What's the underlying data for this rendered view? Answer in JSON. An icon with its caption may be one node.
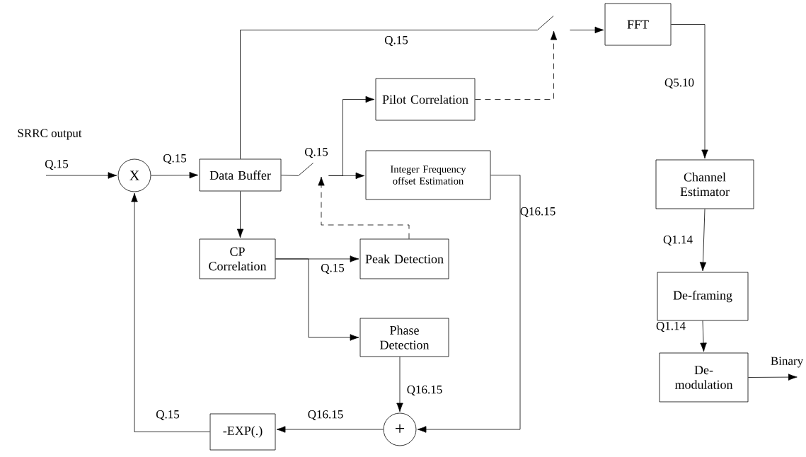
{
  "diagram": {
    "nodes": [
      {
        "text": [
          "X"
        ]
      },
      {
        "text": [
          "Data Buffer"
        ]
      },
      {
        "text": [],
        "shape": "switch"
      },
      {
        "text": [
          "Pilot Correlation"
        ]
      },
      {
        "text": [
          "Integer Frequency offset Estimation"
        ]
      },
      {
        "text": [],
        "shape": "switch"
      },
      {
        "text": [
          "FFT"
        ]
      },
      {
        "text": [
          "CP Correlation"
        ]
      },
      {
        "text": [
          "Peak Detection"
        ]
      },
      {
        "text": [
          "Phase Detection"
        ]
      },
      {
        "text": [
          "+"
        ]
      },
      {
        "text": [
          "-EXP(.)"
        ]
      },
      {
        "text": [
          "Channel Estimator"
        ]
      },
      {
        "text": [
          "De-framing"
        ]
      },
      {
        "text": [
          "De-modulation"
        ]
      }
    ],
    "edges": [
      {
        "from": null,
        "to": 0,
        "arrow": "to",
        "label": "Q.15"
      },
      {
        "from": 0,
        "to": 1,
        "arrow": "to",
        "label": "Q.15"
      },
      {
        "from": 1,
        "to": 5,
        "arrow": "none",
        "label": "Q.15"
      },
      {
        "from": 1,
        "to": 2,
        "arrow": "none",
        "label": "Q.15"
      },
      {
        "from": 2,
        "to": 3,
        "arrow": "to"
      },
      {
        "from": 2,
        "to": 4,
        "arrow": "to"
      },
      {
        "from": 3,
        "to": 5,
        "arrow": "to",
        "style": "dashed"
      },
      {
        "from": 8,
        "to": 2,
        "arrow": "to",
        "style": "dashed"
      },
      {
        "from": 5,
        "to": 6,
        "arrow": "to"
      },
      {
        "from": 1,
        "to": 7,
        "arrow": "to"
      },
      {
        "from": 7,
        "to": 8,
        "arrow": "to",
        "label": "Q.15"
      },
      {
        "from": 7,
        "to": 9,
        "arrow": "to"
      },
      {
        "from": 4,
        "to": 10,
        "arrow": "to",
        "label": "Q16.15"
      },
      {
        "from": 9,
        "to": 10,
        "arrow": "to",
        "label": "Q16.15"
      },
      {
        "from": 10,
        "to": 11,
        "arrow": "to",
        "label": "Q16.15"
      },
      {
        "from": 11,
        "to": 0,
        "arrow": "to",
        "label": "Q.15"
      },
      {
        "from": 6,
        "to": 12,
        "arrow": "to",
        "label": "Q5.10"
      },
      {
        "from": 12,
        "to": 13,
        "arrow": "to",
        "label": "Q1.14"
      },
      {
        "from": 13,
        "to": 14,
        "arrow": "to",
        "label": "Q1.14"
      },
      {
        "from": 14,
        "to": null,
        "arrow": "to",
        "label": "Binary"
      }
    ],
    "labels": [
      "SRRC output"
    ]
  }
}
